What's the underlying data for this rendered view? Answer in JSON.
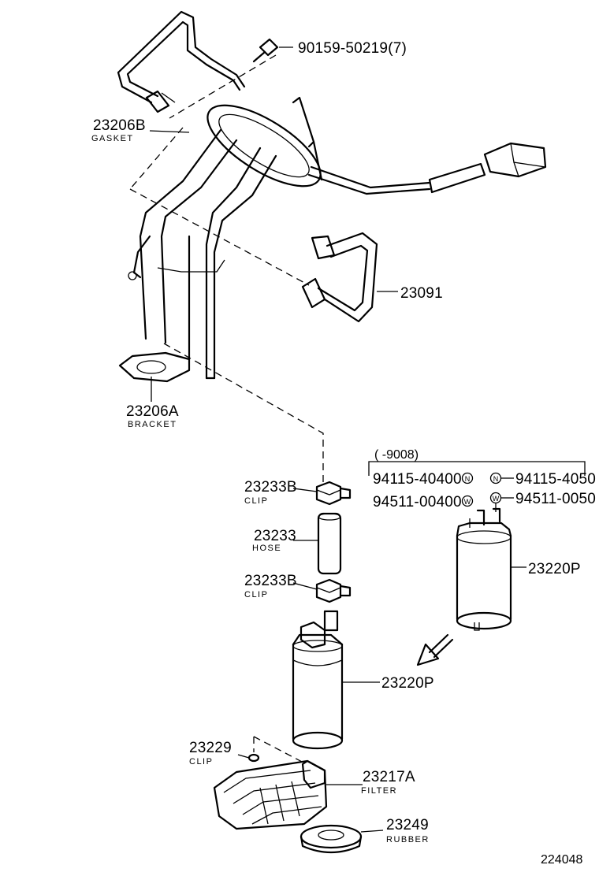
{
  "figure_id": "224048",
  "labels": {
    "bolt": "90159-50219(7)",
    "gasket": {
      "part": "23206B",
      "name": "GASKET"
    },
    "fuel_tube": "23091",
    "bracket": {
      "part": "23206A",
      "name": "BRACKET"
    },
    "clip_upper": {
      "part": "23233B",
      "name": "CLIP"
    },
    "hose": {
      "part": "23233",
      "name": "HOSE"
    },
    "clip_lower": {
      "part": "23233B",
      "name": "CLIP"
    },
    "pump_alt": "23220P",
    "pump": "23220P",
    "clip_small": {
      "part": "23229",
      "name": "CLIP"
    },
    "filter": {
      "part": "23217A",
      "name": "FILTER"
    },
    "rubber": {
      "part": "23249",
      "name": "RUBBER"
    }
  },
  "callout_box": {
    "header": "(      -9008)",
    "nut_left": "94115-40400",
    "nut_right": "94115-4050",
    "washer_left": "94511-00400",
    "washer_right": "94511-0050",
    "nut_symbol": "N",
    "washer_symbol": "W"
  }
}
